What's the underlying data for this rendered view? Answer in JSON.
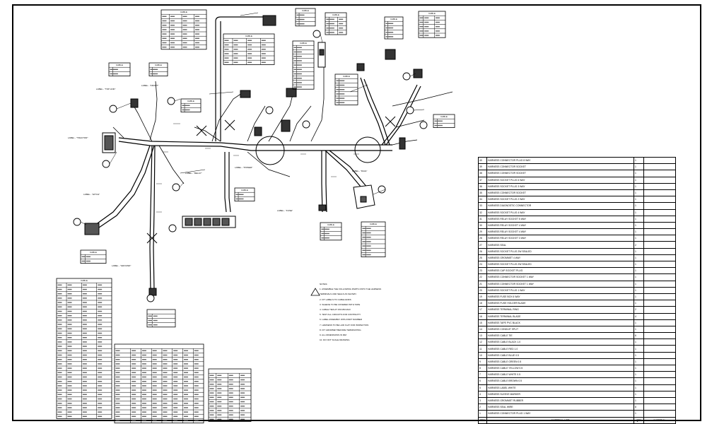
{
  "sheet": {
    "bom": {
      "footer": [
        "ITEM",
        "MATERIAL LIST",
        "QTY",
        "MATERIAL"
      ],
      "rows": [
        {
          "n": "40",
          "d": "HARNESS CONNECTOR PLUG 8 WAY",
          "q": "1"
        },
        {
          "n": "39",
          "d": "HARNESS CONNECTOR SOCKET",
          "q": "1"
        },
        {
          "n": "38",
          "d": "HARNESS CONNECTOR SOCKET",
          "q": "1"
        },
        {
          "n": "37",
          "d": "HARNESS SOCKET PLUG 6 WAY",
          "q": "1"
        },
        {
          "n": "36",
          "d": "HARNESS SOCKET PLUG 3 WAY",
          "q": "1"
        },
        {
          "n": "35",
          "d": "HARNESS CONNECTOR SOCKET",
          "q": "1"
        },
        {
          "n": "34",
          "d": "HARNESS SOCKET PLUG 2 WAY",
          "q": "1"
        },
        {
          "n": "33",
          "d": "HARNESS DIAGNOSTIC CONNECTOR",
          "q": "1"
        },
        {
          "n": "32",
          "d": "HARNESS SOCKET PLUG 4 WAY",
          "q": "1"
        },
        {
          "n": "31",
          "d": "HARNESS RELAY SOCKET 5 WAY",
          "q": "1"
        },
        {
          "n": "30",
          "d": "HARNESS RELAY SOCKET 4 WAY",
          "q": "1"
        },
        {
          "n": "29",
          "d": "HARNESS RELAY SOCKET 4 WAY",
          "q": "1"
        },
        {
          "n": "28",
          "d": "HARNESS RELAY SOCKET 3 WAY",
          "q": "1"
        },
        {
          "n": "27",
          "d": "HARNESS SEAL",
          "q": "2"
        },
        {
          "n": "26",
          "d": "HARNESS SOCKET PLUG 2W SEALED",
          "q": "1"
        },
        {
          "n": "25",
          "d": "HARNESS GROMMET 4 WAY",
          "q": "1"
        },
        {
          "n": "24",
          "d": "HARNESS SOCKET PLUG 2W SEALED",
          "q": "1"
        },
        {
          "n": "23",
          "d": "HARNESS CAP SOCKET PLUG",
          "q": "1"
        },
        {
          "n": "22",
          "d": "HARNESS CONNECTOR SOCKET 1 WAY",
          "q": "1"
        },
        {
          "n": "21",
          "d": "HARNESS CONNECTOR SOCKET 1 WAY",
          "q": "1"
        },
        {
          "n": "20",
          "d": "HARNESS SOCKET PLUG 1 WAY",
          "q": "1"
        },
        {
          "n": "19",
          "d": "HARNESS FUSE BOX 6 WAY",
          "q": "1"
        },
        {
          "n": "18",
          "d": "HARNESS FUSE HOLDER BLADE",
          "q": "1"
        },
        {
          "n": "17",
          "d": "HARNESS TERMINAL RING",
          "q": "2"
        },
        {
          "n": "16",
          "d": "HARNESS TERMINAL BLADE",
          "q": "4"
        },
        {
          "n": "15",
          "d": "HARNESS TAPE PVC BLACK",
          "q": "1"
        },
        {
          "n": "14",
          "d": "HARNESS CONDUIT SPLIT",
          "q": "1"
        },
        {
          "n": "13",
          "d": "HARNESS CABLE TIE",
          "q": "6"
        },
        {
          "n": "12",
          "d": "HARNESS CABLE BLACK 1.0",
          "q": "1"
        },
        {
          "n": "11",
          "d": "HARNESS CABLE RED 1.0",
          "q": "1"
        },
        {
          "n": "10",
          "d": "HARNESS CABLE BLUE 0.5",
          "q": "1"
        },
        {
          "n": "9",
          "d": "HARNESS CABLE GREEN 0.5",
          "q": "1"
        },
        {
          "n": "8",
          "d": "HARNESS CABLE YELLOW 0.5",
          "q": "1"
        },
        {
          "n": "7",
          "d": "HARNESS CABLE WHITE 0.5",
          "q": "1"
        },
        {
          "n": "6",
          "d": "HARNESS CABLE BROWN 0.5",
          "q": "1"
        },
        {
          "n": "5",
          "d": "HARNESS LABEL WHITE",
          "q": "1"
        },
        {
          "n": "4",
          "d": "HARNESS SLEEVE MARKER",
          "q": "1"
        },
        {
          "n": "3",
          "d": "HARNESS GROMMET RUBBER",
          "q": "1"
        },
        {
          "n": "2",
          "d": "HARNESS SEAL WIRE",
          "q": "8"
        },
        {
          "n": "1",
          "d": "HARNESS CONNECTOR PLUG 1 WAY",
          "q": "1"
        }
      ]
    },
    "table_titles": [
      "CABLE",
      "CABLE",
      "CABLE",
      "CABLE",
      "CABLE",
      "CABLE",
      "CABLE",
      "CABLE",
      "CABLE",
      "CABLE",
      "CABLE",
      "CABLE",
      "CABLE",
      "CABLE",
      "CABLE",
      "CABLE",
      "CABLE"
    ],
    "labels": [
      "LABEL - \"FRONT\"",
      "LABEL - \"TRACTOR\"",
      "LABEL - \"HITCH\"",
      "LABEL - \"TOP LINK\"",
      "LABEL - \"RELAY\"",
      "LABEL - \"POWER\"",
      "LABEL - \"FUSE\"",
      "LABEL - \"DIAG\"",
      "LABEL - \"GROUND\""
    ],
    "notes": [
      "NOTES:",
      "1. ASSEMBLE THE FOLLOWING PARTS ONTO THE HARNESS",
      "   TERMINALS AND SEALS AS SHOWN",
      "2. FIT LABELS TO CABLE ENDS",
      "3. SLEEVE TO BE COVERED WITH TAPE",
      "4. CABLE TIES AT 150 MM MAX",
      "5. TEST ALL CIRCUITS FOR CONTINUITY",
      "6. LABEL ASSEMBLY WITH PART NUMBER",
      "7. HARNESS TO BE LAID FLAT FOR INSPECTION",
      "8. FIT GROMMET BEFORE TERMINATING",
      "9. ALL DIMENSIONS IN MM",
      "10. DO NOT SCALE DRAWING"
    ]
  }
}
